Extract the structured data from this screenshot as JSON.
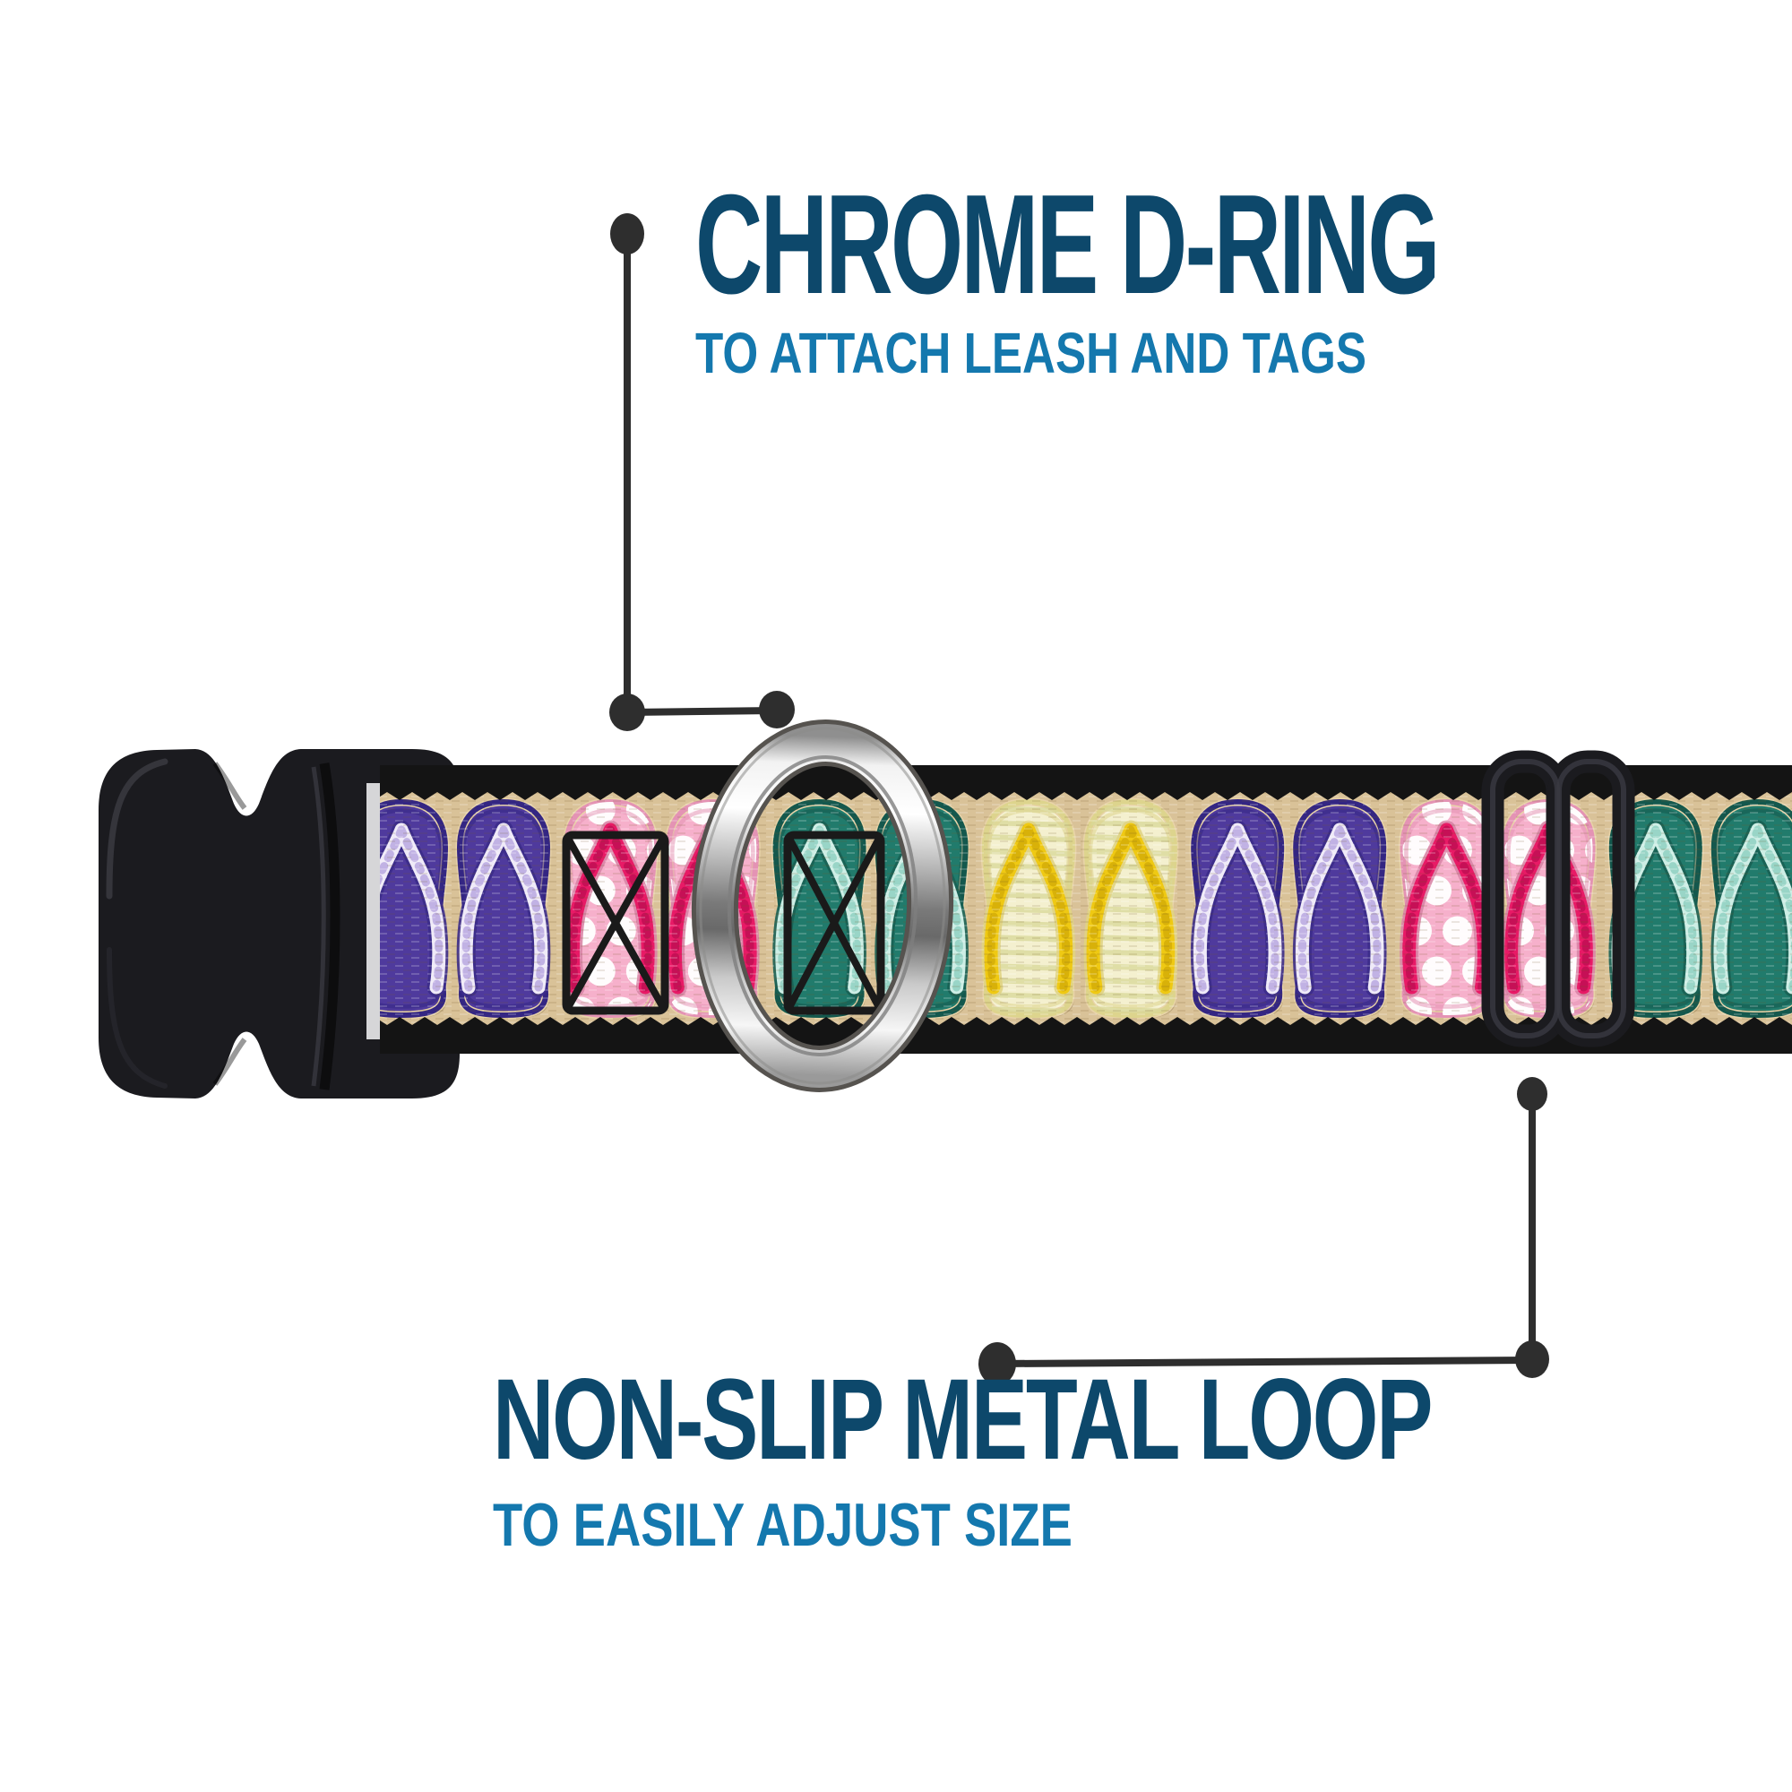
{
  "callouts": {
    "top": {
      "title": "CHROME D-RING",
      "subtitle": "TO ATTACH LEASH AND TAGS"
    },
    "bottom": {
      "title": "NON-SLIP METAL LOOP",
      "subtitle": "TO EASILY ADJUST SIZE"
    }
  },
  "colors": {
    "title_color": "#0d486b",
    "subtitle_color": "#1478ae",
    "callout_line": "#2e2e2e",
    "hardware_black": "#1b1b1f",
    "hardware_black_deep": "#0a0a0c",
    "chrome_rim": "#56534f",
    "strap_background": "#d9c298",
    "strap_edge": "#141414",
    "stitch_color": "#1a1a1a"
  },
  "strap_pattern": {
    "motif": "flip-flops on sand webbing",
    "sequence": [
      "purple",
      "pink_polka",
      "teal",
      "yellow",
      "purple",
      "pink_polka",
      "teal"
    ],
    "styles": {
      "purple": {
        "body": "#4f3a9d",
        "outline": "#342683",
        "halo": "#e8d3a8",
        "strap": "#efeaf8",
        "strap_dash": "#b9a8e0",
        "strap_under": "#3b2c8a",
        "deco": "none"
      },
      "pink_polka": {
        "body": "#f6b0cb",
        "outline": "#e493b4",
        "halo": "#e8d3a8",
        "strap": "#e81a66",
        "strap_dash": "#c00f53",
        "strap_under": "#d885a6",
        "deco": "dots",
        "deco_color": "#ffffff"
      },
      "teal": {
        "body": "#217b6c",
        "outline": "#14584d",
        "halo": "#e8d3a8",
        "strap": "#cdeee5",
        "strap_dash": "#8fd0c2",
        "strap_under": "#186154",
        "deco": "none"
      },
      "yellow": {
        "body": "#f4f0cf",
        "outline": "#ddd48d",
        "halo": "#e8d3a8",
        "strap": "#efc913",
        "strap_dash": "#d4ad08",
        "strap_under": "#e0d382",
        "deco": "stripes",
        "deco_color": "#d9d898"
      }
    }
  }
}
